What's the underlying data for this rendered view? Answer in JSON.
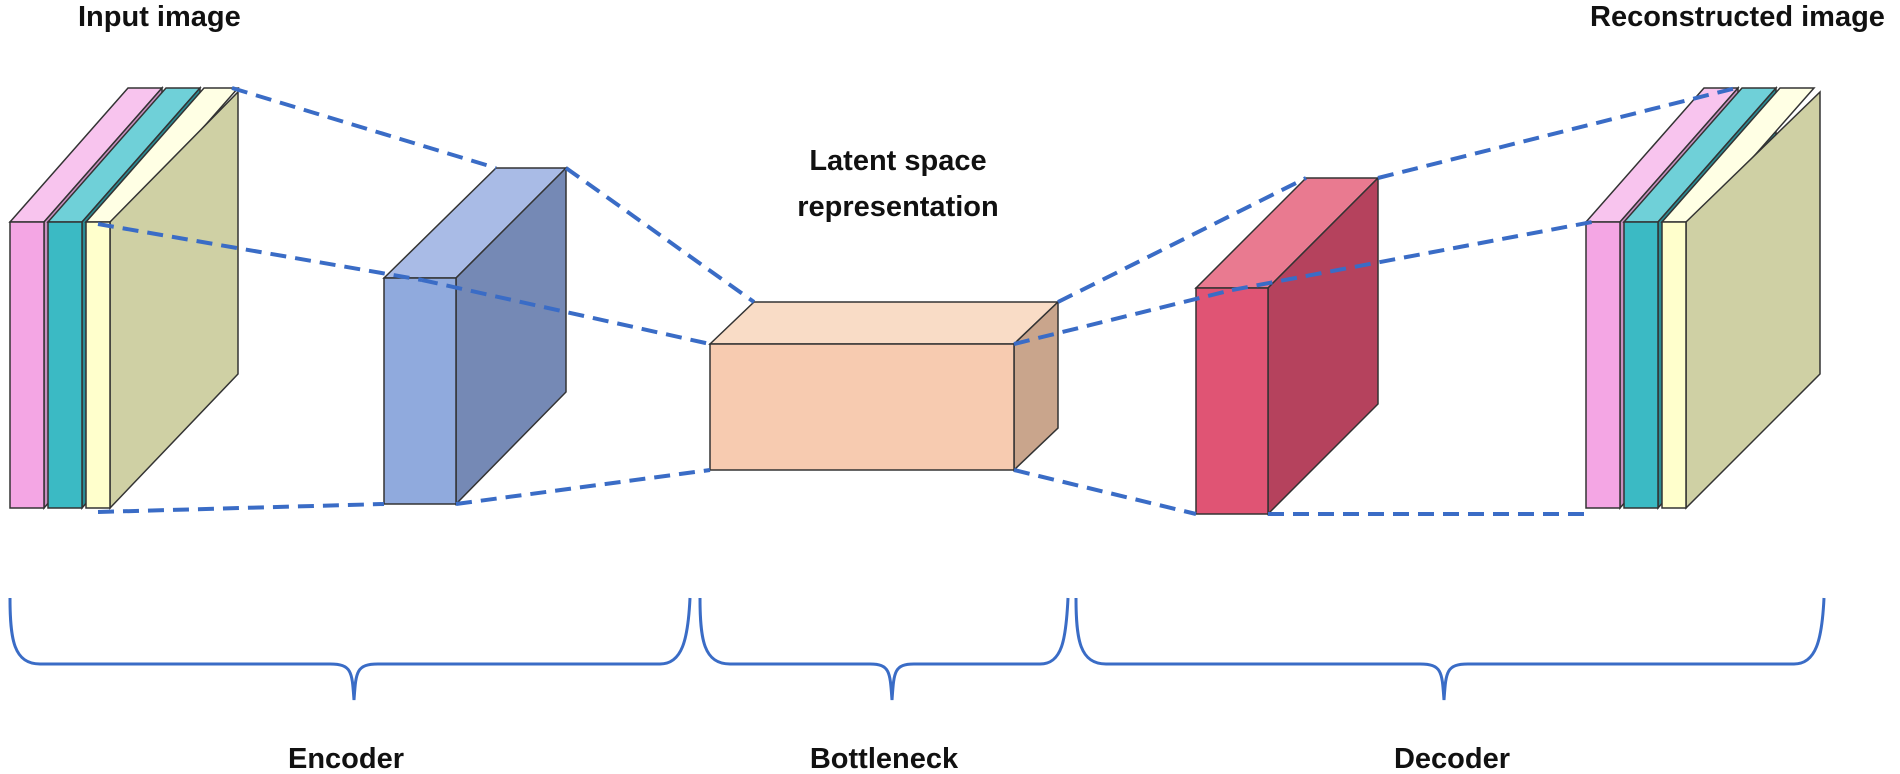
{
  "labels": {
    "input_image": "Input image",
    "reconstructed_image": "Reconstructed image",
    "latent_line1": "Latent space",
    "latent_line2": "representation",
    "encoder": "Encoder",
    "bottleneck": "Bottleneck",
    "decoder": "Decoder"
  },
  "colors": {
    "dash_line": "#3a6cc6",
    "layer_pink": "#f4a6e4",
    "layer_teal": "#3bbac4",
    "layer_yellow": "#ffffcc",
    "layer_olive": "#cfd0a4",
    "encoder_block": "#90aadd",
    "bottleneck_block": "#f7cbb0",
    "decoder_block": "#e05474"
  }
}
